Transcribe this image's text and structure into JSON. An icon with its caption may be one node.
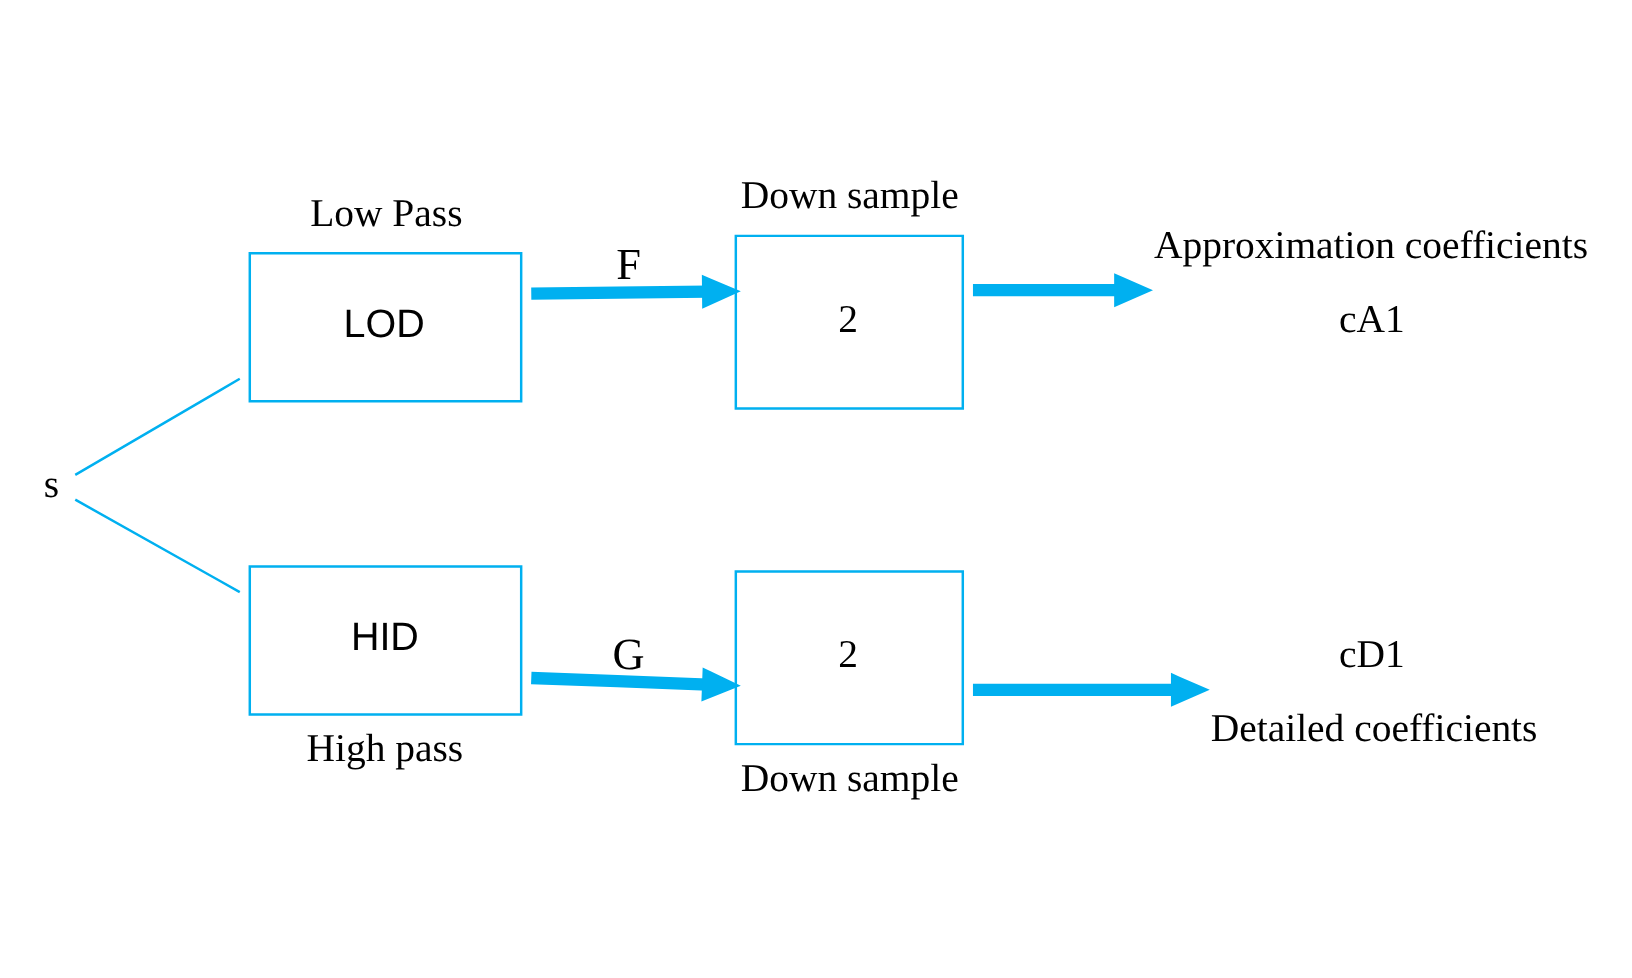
{
  "diagram": {
    "nodes": [
      {
        "text": [
          "s"
        ]
      },
      {
        "text": [
          "LOD"
        ],
        "beside": [
          "Low Pass"
        ]
      },
      {
        "text": [
          "HID"
        ],
        "beside": [
          "High pass"
        ]
      },
      {
        "text": [
          "2"
        ],
        "beside": [
          "Down sample"
        ]
      },
      {
        "text": [
          "2"
        ],
        "beside": [
          "Down sample"
        ]
      },
      {
        "text": [
          "cA1"
        ],
        "beside": [
          "Approximation coefficients"
        ]
      },
      {
        "text": [
          "cD1"
        ],
        "beside": [
          "Detailed coefficients"
        ]
      }
    ],
    "edges": [
      {
        "from": 0,
        "to": 1,
        "arrow": "none"
      },
      {
        "from": 0,
        "to": 2,
        "arrow": "none"
      },
      {
        "from": 1,
        "to": 3,
        "arrow": "to",
        "label": "F"
      },
      {
        "from": 2,
        "to": 4,
        "arrow": "to",
        "label": "G"
      },
      {
        "from": 3,
        "to": 5,
        "arrow": "to"
      },
      {
        "from": 4,
        "to": 6,
        "arrow": "to"
      }
    ]
  }
}
